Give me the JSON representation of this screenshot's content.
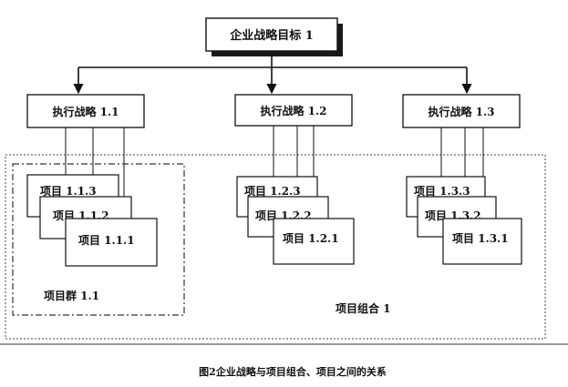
{
  "goal": {
    "label": "企业战略目标 1"
  },
  "strategies": [
    {
      "label": "执行战略 1.1"
    },
    {
      "label": "执行战略 1.2"
    },
    {
      "label": "执行战略 1.3"
    }
  ],
  "project_groups": [
    {
      "projects": [
        "项目 1.1.3",
        "项目 1.1.2",
        "项目 1.1.1"
      ]
    },
    {
      "projects": [
        "项目 1.2.3",
        "项目 1.2.2",
        "项目 1.2.1"
      ]
    },
    {
      "projects": [
        "项目 1.3.3",
        "项目 1.3.2",
        "项目 1.3.1"
      ]
    }
  ],
  "program_label": "项目群 1.1",
  "portfolio_label": "项目组合 1",
  "caption": "图2企业战略与项目组合、项目之间的关系"
}
